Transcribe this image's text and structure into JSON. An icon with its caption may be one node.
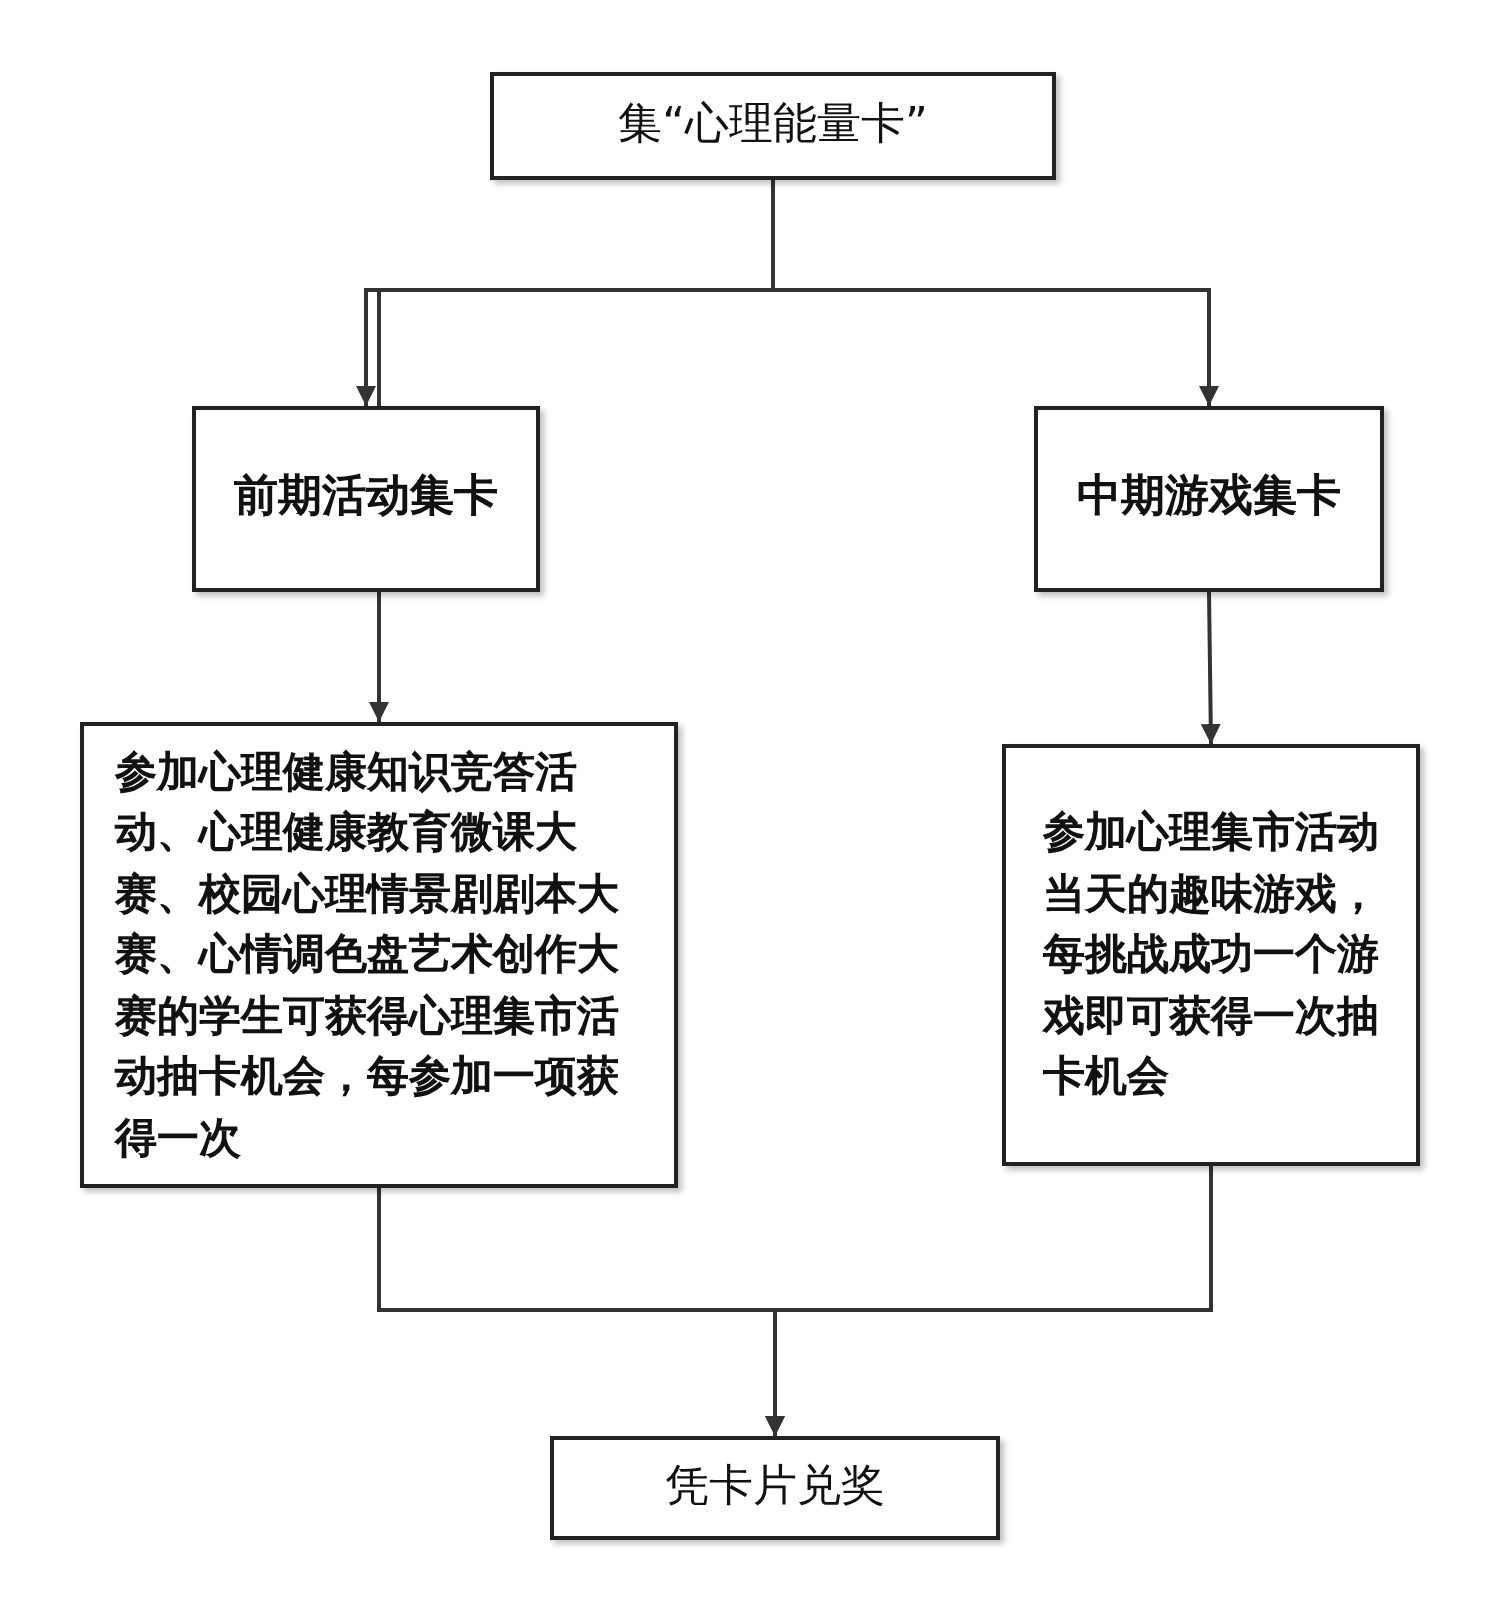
{
  "diagram": {
    "nodes": [
      {
        "text": [
          "集“心理能量卡”"
        ]
      },
      {
        "text": [
          "前期活动集卡"
        ]
      },
      {
        "text": [
          "中期游戏集卡"
        ]
      },
      {
        "text": [
          "参加心理健康知识竞答活动、心理健康教育微课大赛、校园心理情景剧剧本大赛、心情调色盘艺术创作大赛的学生可获得心理集市活动抽卡机会，每参加一项获得一次"
        ]
      },
      {
        "text": [
          "参加心理集市活动当天的趣味游戏，每挑战成功一个游戏即可获得一次抽卡机会"
        ]
      },
      {
        "text": [
          "凭卡片兑奖"
        ]
      }
    ],
    "edges": [
      {
        "from": 0,
        "to": 1,
        "arrow": "to"
      },
      {
        "from": 0,
        "to": 2,
        "arrow": "to"
      },
      {
        "from": 1,
        "to": 3,
        "arrow": "to"
      },
      {
        "from": 2,
        "to": 4,
        "arrow": "to"
      },
      {
        "from": 3,
        "to": 5,
        "arrow": "to"
      },
      {
        "from": 4,
        "to": 5,
        "arrow": "to"
      }
    ]
  }
}
